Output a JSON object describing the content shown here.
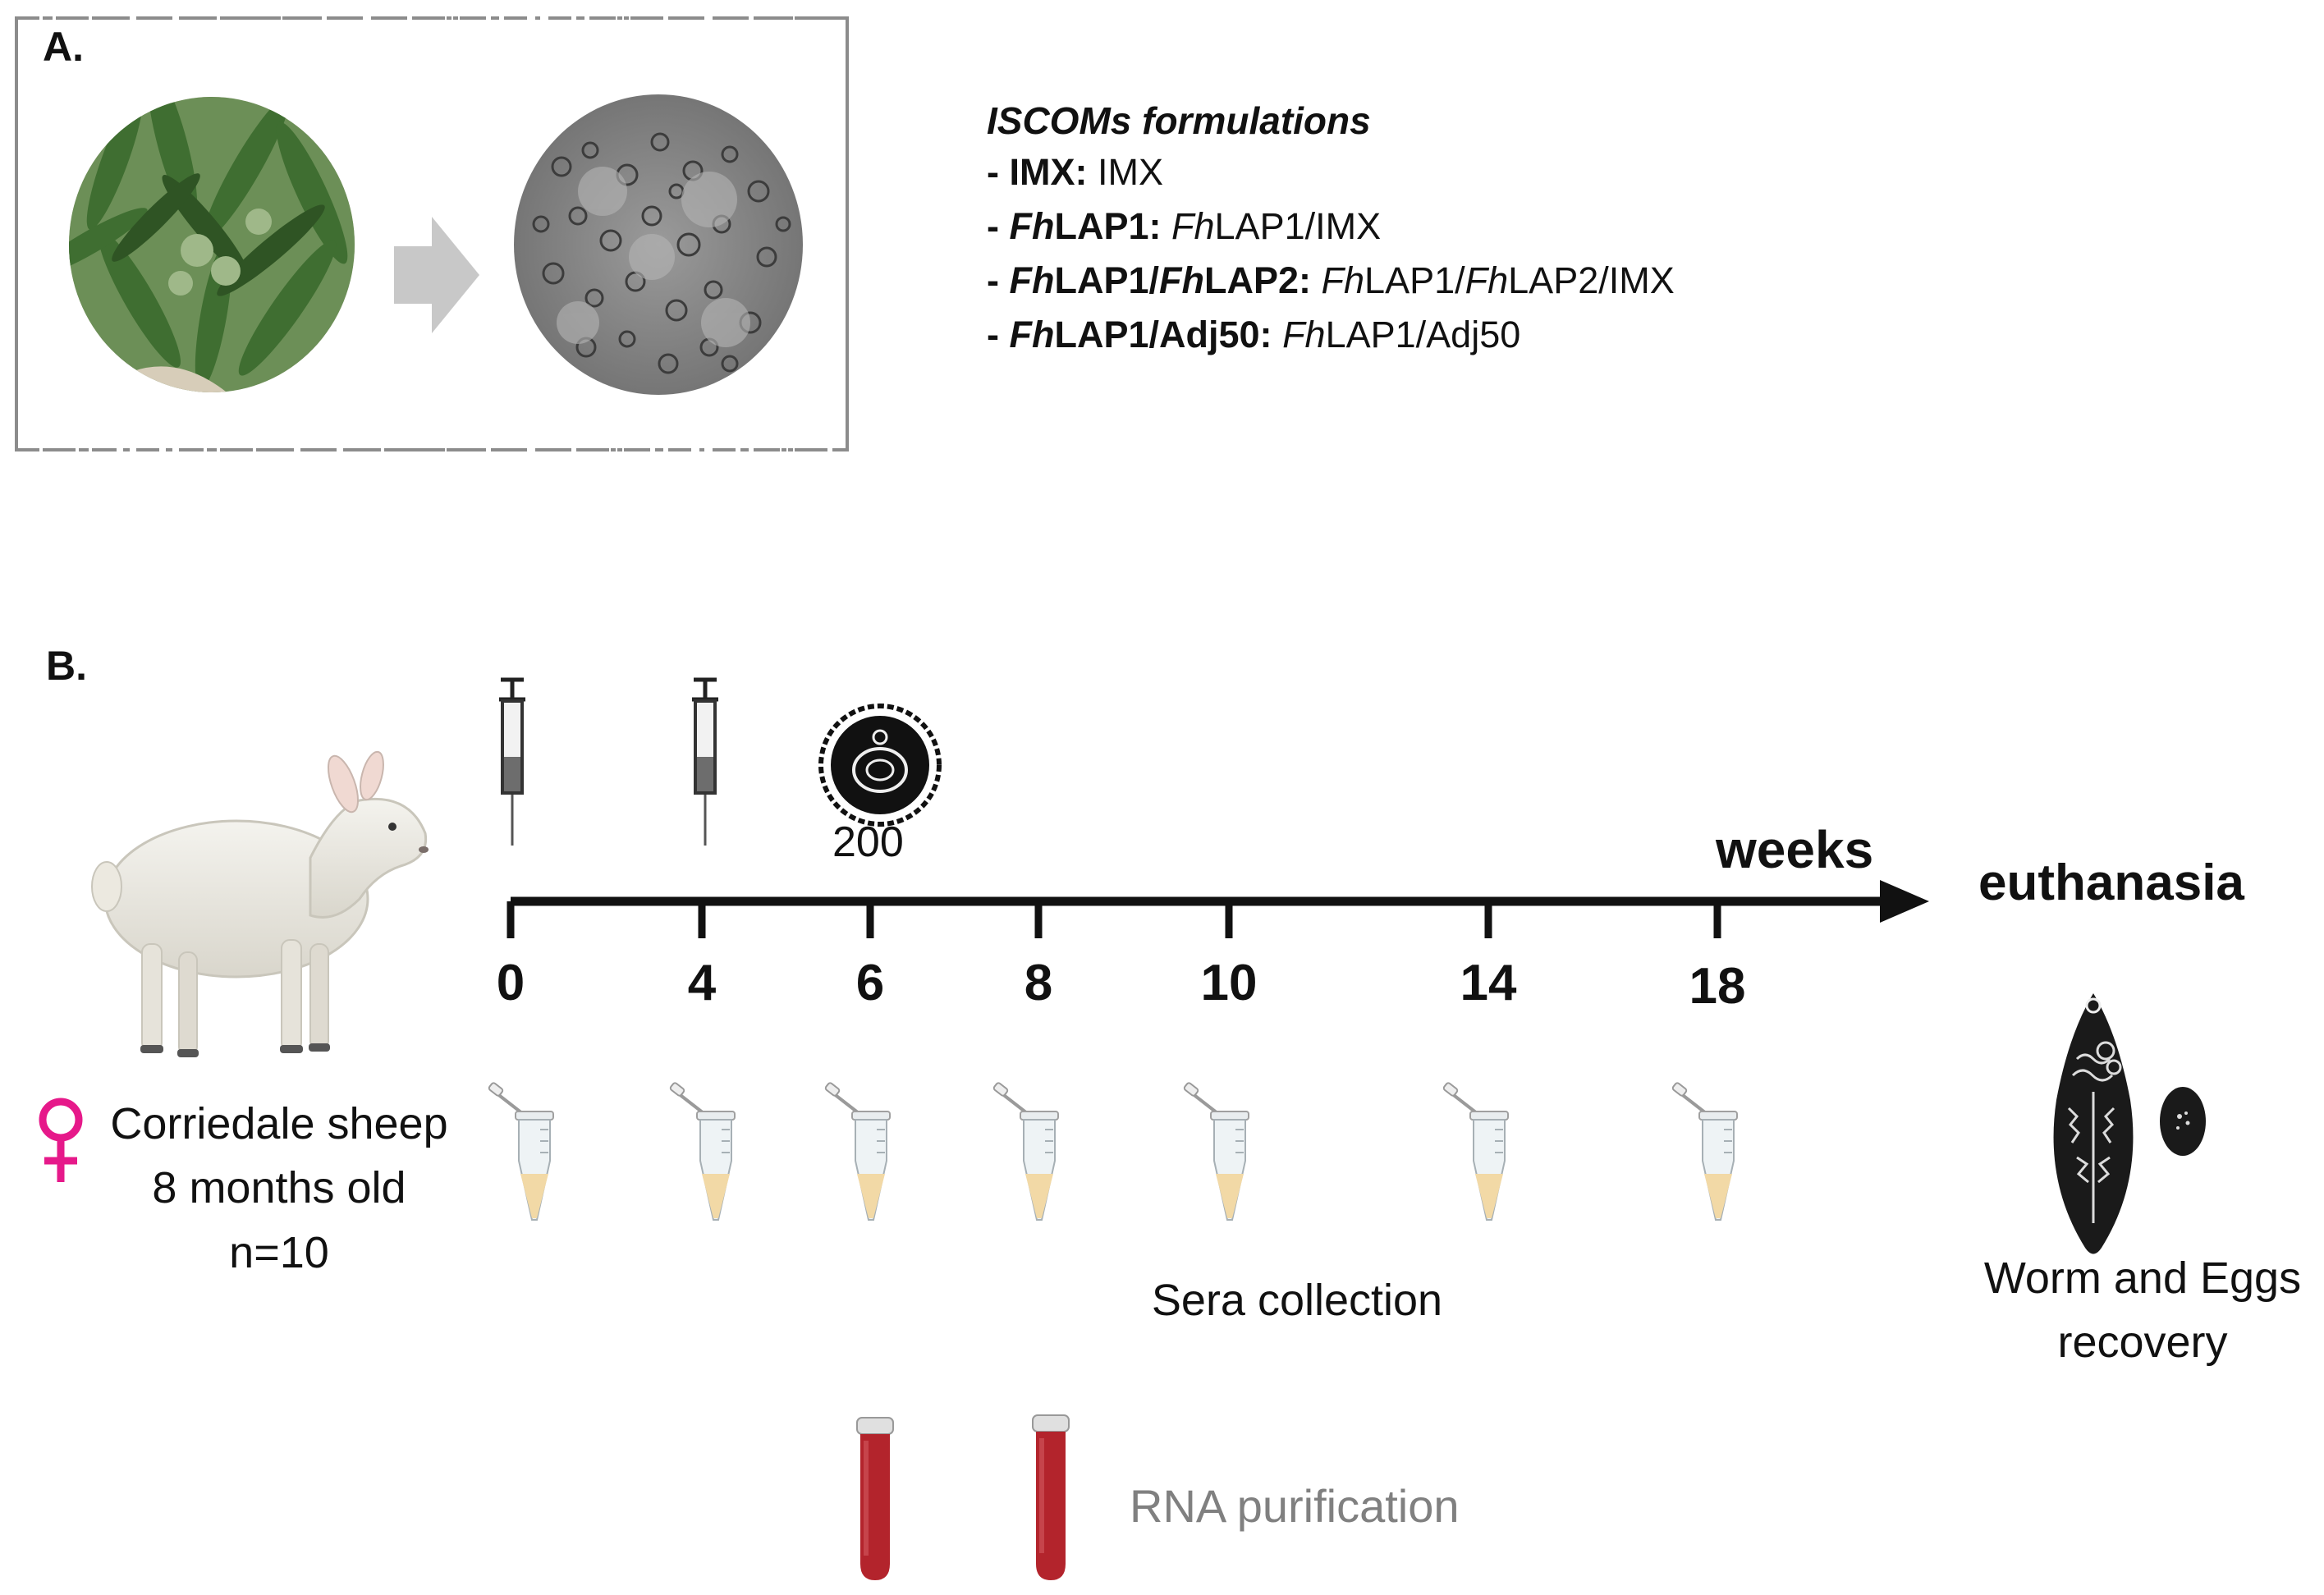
{
  "panel_a": {
    "label": "A.",
    "formulations": {
      "title": "ISCOMs formulations",
      "items": [
        {
          "prefix": "- ",
          "name_parts": [
            {
              "t": "IMX:",
              "b": true,
              "i": false
            }
          ],
          "desc_parts": [
            {
              "t": " IMX",
              "i": false
            }
          ]
        },
        {
          "prefix": "- ",
          "name_parts": [
            {
              "t": "Fh",
              "b": true,
              "i": true
            },
            {
              "t": "LAP1:",
              "b": true,
              "i": false
            }
          ],
          "desc_parts": [
            {
              "t": " ",
              "i": false
            },
            {
              "t": "Fh",
              "i": true
            },
            {
              "t": "LAP1/IMX",
              "i": false
            }
          ]
        },
        {
          "prefix": "- ",
          "name_parts": [
            {
              "t": "Fh",
              "b": true,
              "i": true
            },
            {
              "t": "LAP1/",
              "b": true,
              "i": false
            },
            {
              "t": "Fh",
              "b": true,
              "i": true
            },
            {
              "t": "LAP2:",
              "b": true,
              "i": false
            }
          ],
          "desc_parts": [
            {
              "t": " ",
              "i": false
            },
            {
              "t": "Fh",
              "i": true
            },
            {
              "t": "LAP1/",
              "i": false
            },
            {
              "t": "Fh",
              "i": true
            },
            {
              "t": "LAP2/IMX",
              "i": false
            }
          ]
        },
        {
          "prefix": "- ",
          "name_parts": [
            {
              "t": "Fh",
              "b": true,
              "i": true
            },
            {
              "t": "LAP1/Adj50:",
              "b": true,
              "i": false
            }
          ],
          "desc_parts": [
            {
              "t": " ",
              "i": false
            },
            {
              "t": "Fh",
              "i": true
            },
            {
              "t": "LAP1/Adj50",
              "i": false
            }
          ]
        }
      ]
    }
  },
  "panel_b": {
    "label": "B.",
    "timeline": {
      "unit_label": "weeks",
      "ticks": [
        "0",
        "4",
        "6",
        "8",
        "10",
        "14",
        "18"
      ],
      "end_label": "euthanasia"
    },
    "challenge_label": "200",
    "sheep": {
      "line1": "Corriedale sheep",
      "line2": "8 months old",
      "line3": "n=10"
    },
    "sera_label": "Sera collection",
    "rna_label": "RNA purification",
    "worm": {
      "line1": "Worm and Eggs",
      "line2": "recovery"
    },
    "colors": {
      "female_symbol": "#e6198a",
      "blood": "#b3242c",
      "serum": "#f2d9a6",
      "leaf": "#4a7d3a",
      "arrow_grey": "#c8c8c8"
    }
  }
}
